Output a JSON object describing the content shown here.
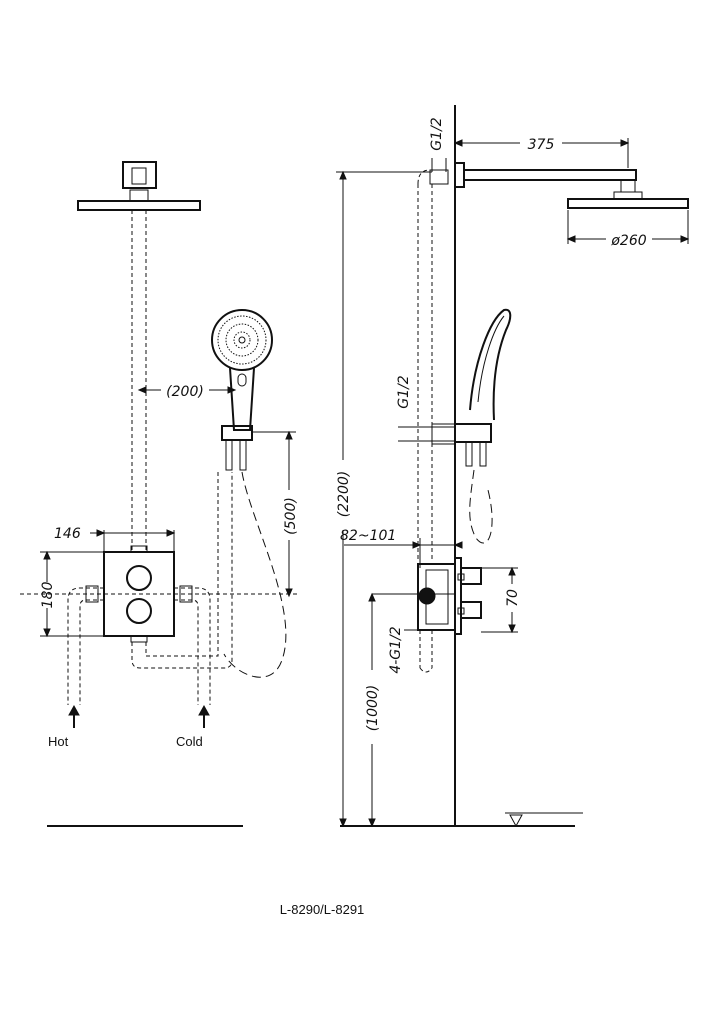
{
  "front_view": {
    "dim_spacing": "(200)",
    "dim_width": "146",
    "dim_height": "180",
    "dim_hose": "(500)",
    "label_hot": "Hot",
    "label_cold": "Cold"
  },
  "side_view": {
    "dim_arm": "375",
    "dim_head_dia": "ø260",
    "thread_top": "G1/2",
    "thread_mid": "G1/2",
    "dim_total": "(2200)",
    "dim_depth": "82~101",
    "dim_70": "70",
    "thread_inlets": "4-G1/2",
    "dim_floor": "(1000)"
  },
  "model": "L-8290/L-8291"
}
